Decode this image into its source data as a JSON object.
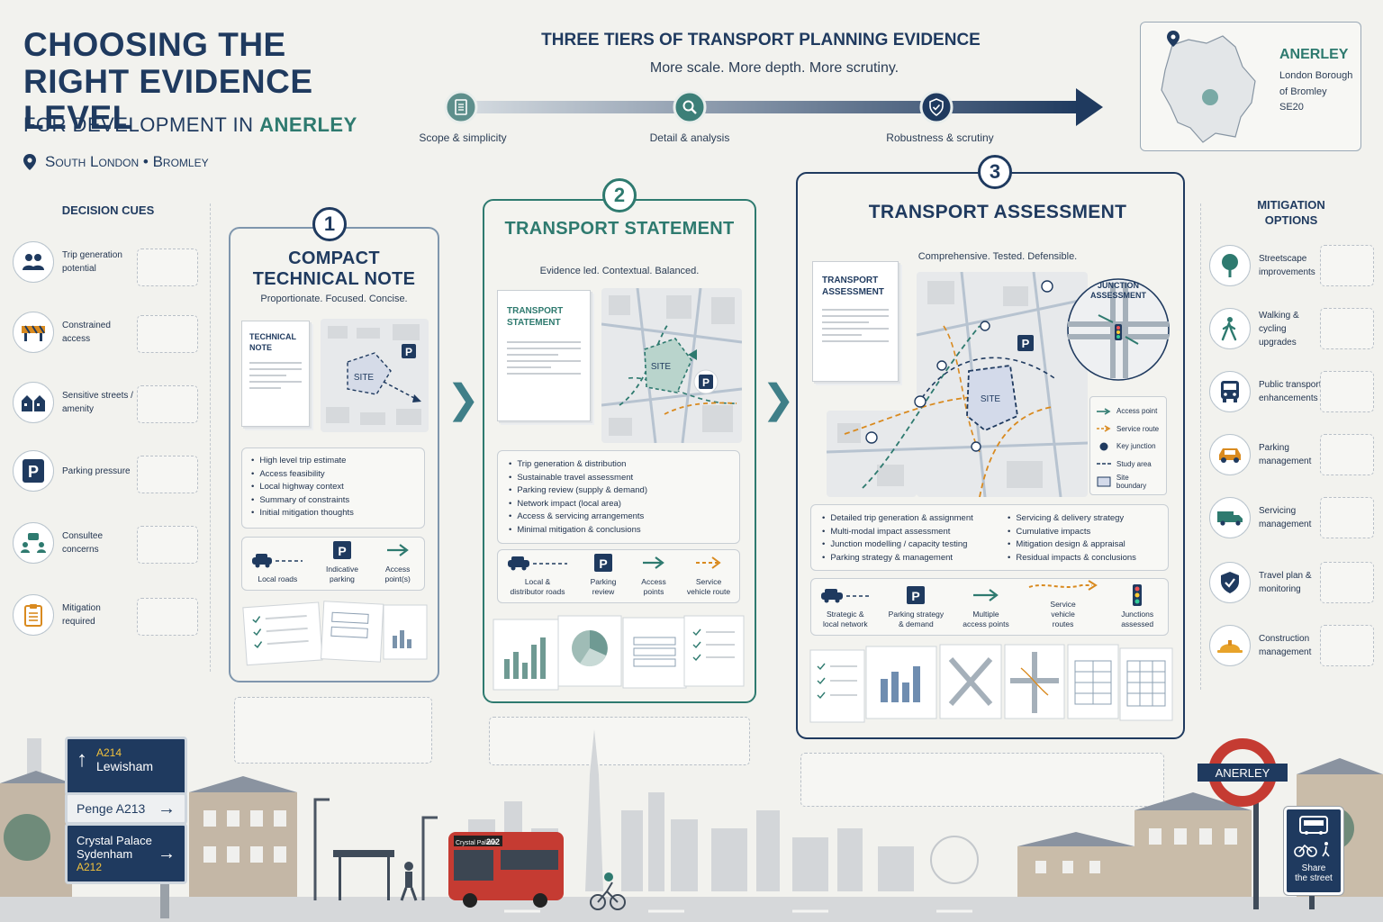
{
  "header": {
    "title": "CHOOSING THE RIGHT EVIDENCE LEVEL",
    "subtitle_prefix": "FOR DEVELOPMENT IN ",
    "subtitle_highlight": "ANERLEY",
    "location": "South London • Bromley"
  },
  "tiers": {
    "title": "THREE TIERS OF TRANSPORT PLANNING EVIDENCE",
    "subtitle": "More scale. More depth. More scrutiny.",
    "labels": [
      "Scope & simplicity",
      "Detail & analysis",
      "Robustness & scrutiny"
    ]
  },
  "map_card": {
    "name": "ANERLEY",
    "lines": [
      "London Borough",
      "of Bromley",
      "SE20"
    ]
  },
  "decision_cues": {
    "heading": "DECISION CUES",
    "items": [
      {
        "label": "Trip generation potential",
        "icon": "people-icon"
      },
      {
        "label": "Constrained access",
        "icon": "barrier-icon"
      },
      {
        "label": "Sensitive streets / amenity",
        "icon": "houses-icon"
      },
      {
        "label": "Parking pressure",
        "icon": "parking-icon"
      },
      {
        "label": "Consultee concerns",
        "icon": "consultees-icon"
      },
      {
        "label": "Mitigation required",
        "icon": "clipboard-icon"
      }
    ]
  },
  "mitigation": {
    "heading": "MITIGATION OPTIONS",
    "items": [
      {
        "label": "Streetscape improvements",
        "icon": "tree-icon"
      },
      {
        "label": "Walking & cycling upgrades",
        "icon": "walking-icon"
      },
      {
        "label": "Public transport enhancements",
        "icon": "bus-icon"
      },
      {
        "label": "Parking management",
        "icon": "car-icon"
      },
      {
        "label": "Servicing management",
        "icon": "truck-icon"
      },
      {
        "label": "Travel plan & monitoring",
        "icon": "shield-check-icon"
      },
      {
        "label": "Construction management",
        "icon": "hardhat-icon"
      }
    ]
  },
  "panel1": {
    "number": "1",
    "title": "COMPACT TECHNICAL NOTE",
    "tagline": "Proportionate. Focused. Concise.",
    "doc_label": "TECHNICAL NOTE",
    "site_label": "SITE",
    "parking_label": "P",
    "bullets": [
      "High level trip estimate",
      "Access feasibility",
      "Local highway context",
      "Summary of constraints",
      "Initial mitigation thoughts"
    ],
    "footer": [
      {
        "label": "Local roads"
      },
      {
        "label": "Indicative parking"
      },
      {
        "label": "Access point(s)"
      }
    ]
  },
  "panel2": {
    "number": "2",
    "title": "TRANSPORT STATEMENT",
    "tagline": "Evidence led. Contextual. Balanced.",
    "doc_label": "TRANSPORT STATEMENT",
    "site_label": "SITE",
    "parking_label": "P",
    "bullets": [
      "Trip generation & distribution",
      "Sustainable travel assessment",
      "Parking review (supply & demand)",
      "Network impact (local area)",
      "Access & servicing arrangements",
      "Minimal mitigation & conclusions"
    ],
    "footer": [
      {
        "label": "Local & distributor roads"
      },
      {
        "label": "Parking review"
      },
      {
        "label": "Access points"
      },
      {
        "label": "Service vehicle route"
      }
    ]
  },
  "panel3": {
    "number": "3",
    "title": "TRANSPORT ASSESSMENT",
    "tagline": "Comprehensive. Tested. Defensible.",
    "doc_label": "TRANSPORT ASSESSMENT",
    "site_label": "SITE",
    "parking_label": "P",
    "junction_label": "JUNCTION ASSESSMENT",
    "legend": [
      "Access point",
      "Service route",
      "Key junction",
      "Study area",
      "Site boundary"
    ],
    "bullets_left": [
      "Detailed trip generation & assignment",
      "Multi-modal impact assessment",
      "Junction modelling / capacity testing",
      "Parking strategy & management"
    ],
    "bullets_right": [
      "Servicing & delivery strategy",
      "Cumulative impacts",
      "Mitigation design & appraisal",
      "Residual impacts & conclusions"
    ],
    "footer": [
      {
        "label": "Strategic & local network"
      },
      {
        "label": "Parking strategy & demand"
      },
      {
        "label": "Multiple access points"
      },
      {
        "label": "Service vehicle routes"
      },
      {
        "label": "Junctions assessed"
      }
    ]
  },
  "street": {
    "sign_top_road": "A214",
    "sign_top_place": "Lewisham",
    "sign_mid": "Penge  A213",
    "sign_bottom_place1": "Crystal Palace",
    "sign_bottom_place2": "Sydenham",
    "sign_bottom_road": "A212",
    "bus_dest": "Crystal Palace",
    "bus_number": "202",
    "station": "ANERLEY",
    "share_sign_line1": "Share",
    "share_sign_line2": "the street"
  },
  "colors": {
    "navy": "#1f3a5f",
    "teal": "#2e7a6f",
    "orange": "#d98a1f",
    "background": "#f2f2ee",
    "bus_red": "#c53b32"
  }
}
